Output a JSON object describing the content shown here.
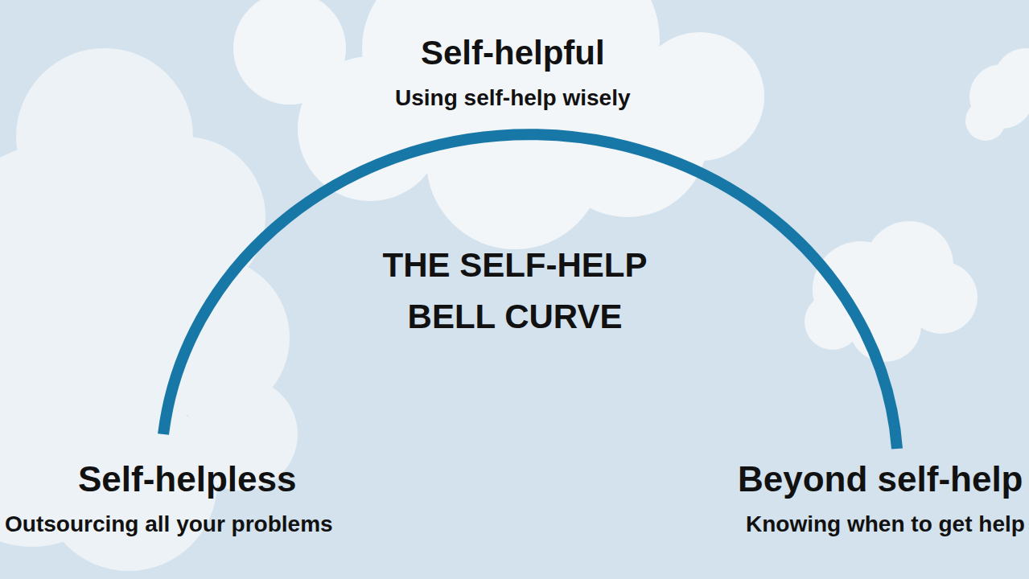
{
  "diagram": {
    "title": "THE SELF-HELP BELL CURVE",
    "labels": [
      "Self-helpful",
      "Using self-help wisely",
      "Self-helpless",
      "Outsourcing all your problems",
      "Beyond self-help",
      "Knowing when to get help"
    ]
  }
}
